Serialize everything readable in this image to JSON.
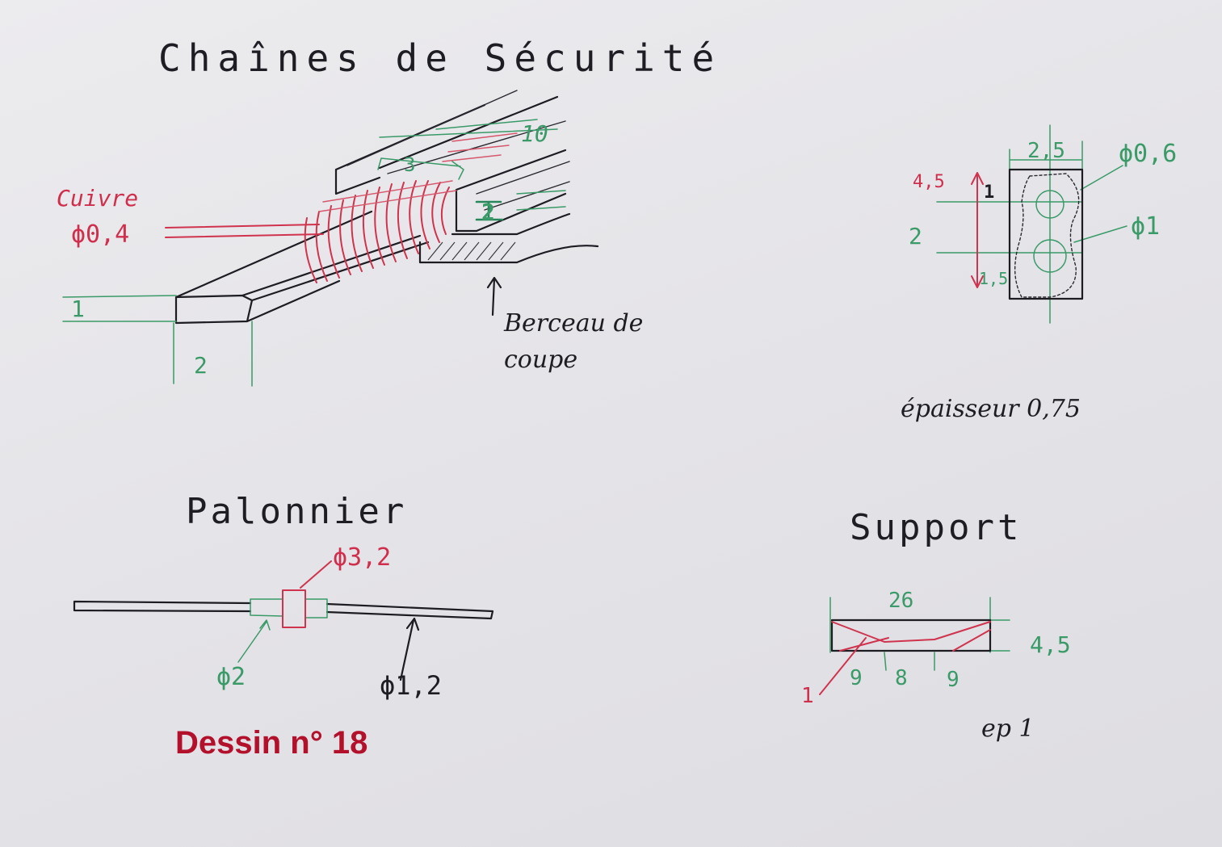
{
  "title": "Chaînes de Sécurité",
  "chain": {
    "wire_label": "Cuivre",
    "wire_diameter": "ϕ0,4",
    "dim_width": "2",
    "dim_height": "1",
    "dim_pitch": "3",
    "dim_length": "10",
    "dim_block": "2",
    "cradle_label_line1": "Berceau de",
    "cradle_label_line2": "coupe"
  },
  "link": {
    "dim_width": "2,5",
    "dim_height": "4,5",
    "dim_top": "1",
    "dim_mid": "2",
    "dim_bottom": "1,5",
    "hole_small": "ϕ0,6",
    "hole_large": "ϕ1",
    "thickness_label": "épaisseur 0,75"
  },
  "palonnier": {
    "title": "Palonnier",
    "hub_diameter": "ϕ3,2",
    "collar_diameter": "ϕ2",
    "rod_diameter": "ϕ1,2"
  },
  "support": {
    "title": "Support",
    "width": "26",
    "height": "4,5",
    "seg_left": "9",
    "seg_mid": "8",
    "seg_right": "9",
    "wire": "1",
    "thickness": "ep 1"
  },
  "stamp": "Dessin n° 18"
}
